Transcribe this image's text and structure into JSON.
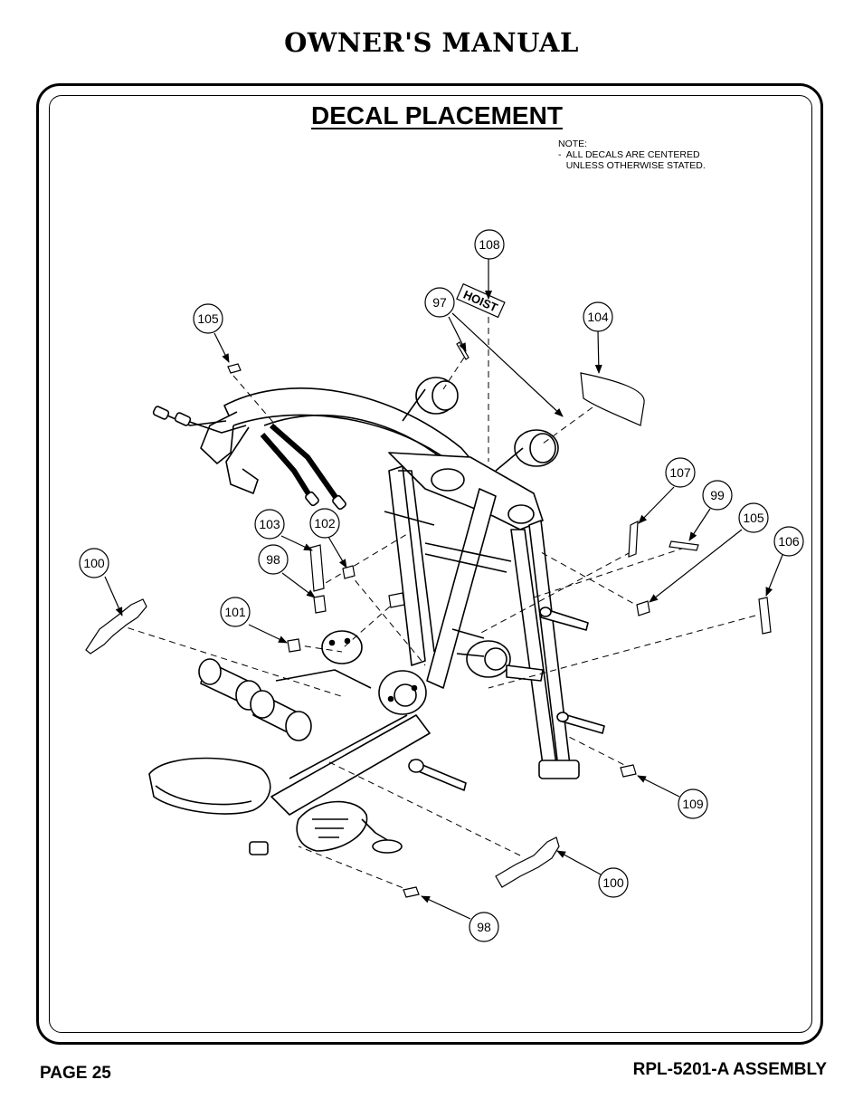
{
  "header": {
    "title": "OWNER'S MANUAL"
  },
  "section": {
    "title": "DECAL PLACEMENT"
  },
  "note": {
    "lines": [
      "NOTE:",
      "-  ALL DECALS ARE CENTERED",
      "   UNLESS OTHERWISE STATED."
    ]
  },
  "callouts": {
    "c108": "108",
    "c97": "97",
    "c105a": "105",
    "c104": "104",
    "c107": "107",
    "c99": "99",
    "c105b": "105",
    "c106": "106",
    "c103": "103",
    "c102": "102",
    "c98a": "98",
    "c100a": "100",
    "c101": "101",
    "c109": "109",
    "c100b": "100",
    "c98b": "98"
  },
  "logo_decal": {
    "text": "HOIST"
  },
  "footer": {
    "page": "PAGE 25",
    "doc": "RPL-5201-A ASSEMBLY"
  }
}
